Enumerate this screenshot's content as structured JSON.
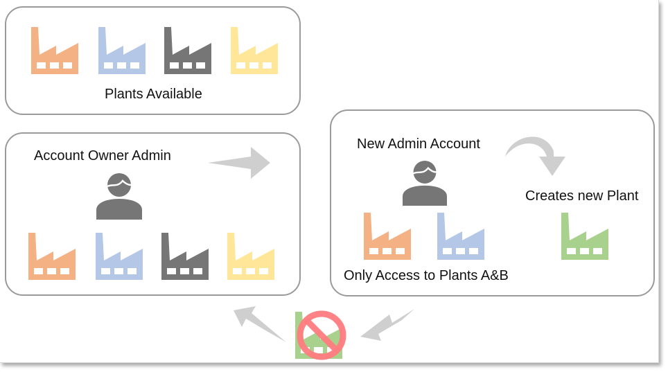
{
  "colors": {
    "plant_a": "#F4B183",
    "plant_b": "#B4C7E7",
    "plant_c": "#767676",
    "plant_d": "#FFE699",
    "plant_new": "#A9D18E",
    "person": "#767676",
    "arrow": "#CFCFCF",
    "prohibited": "#FF7C80",
    "panel_border": "#9A9A9A"
  },
  "plants_panel": {
    "label": "Plants Available",
    "plants": [
      "plant_a",
      "plant_b",
      "plant_c",
      "plant_d"
    ]
  },
  "owner_panel": {
    "label": "Account Owner Admin",
    "icon": "person-icon",
    "plants": [
      "plant_a",
      "plant_b",
      "plant_c",
      "plant_d"
    ]
  },
  "new_admin_panel": {
    "label": "New Admin Account",
    "icon": "person-icon",
    "plants": [
      "plant_a",
      "plant_b"
    ],
    "access_note": "Only Access to Plants A&B",
    "action_label": "Creates new Plant",
    "new_plant": "plant_new"
  },
  "footer": {
    "blocked_icon": "prohibited-icon",
    "blocked_plant": "plant_new"
  }
}
